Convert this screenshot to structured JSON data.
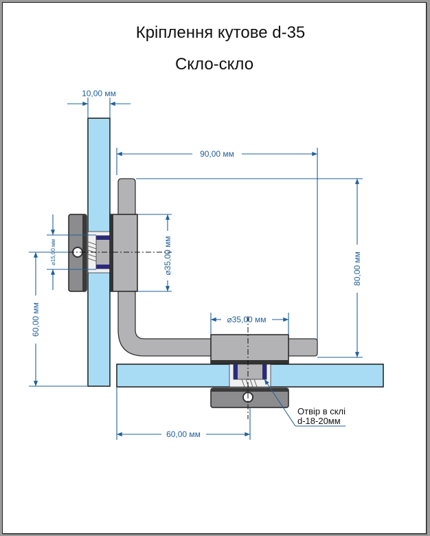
{
  "drawing": {
    "title": "Кріплення кутове d-35",
    "subtitle": "Скло-скло"
  },
  "dimensions": {
    "glass_thickness": "10,00 мм",
    "arm_length": "90,00 мм",
    "height": "80,00 мм",
    "vertical_offset": "60,00 мм",
    "horizontal_offset": "60,00 мм",
    "head_diameter_vertical": "⌀35,00 мм",
    "head_diameter_horizontal": "⌀35,00 мм",
    "hole_diameter": "⌀15,00 мм"
  },
  "annotations": {
    "hole_note_line1": "Отвір в склі",
    "hole_note_line2": "d-18-20мм"
  },
  "colors": {
    "glass": "#a8dcf5",
    "metal": "#b3b3b6",
    "dimension": "#1f5f99",
    "gasket": "#2b2a7a"
  }
}
